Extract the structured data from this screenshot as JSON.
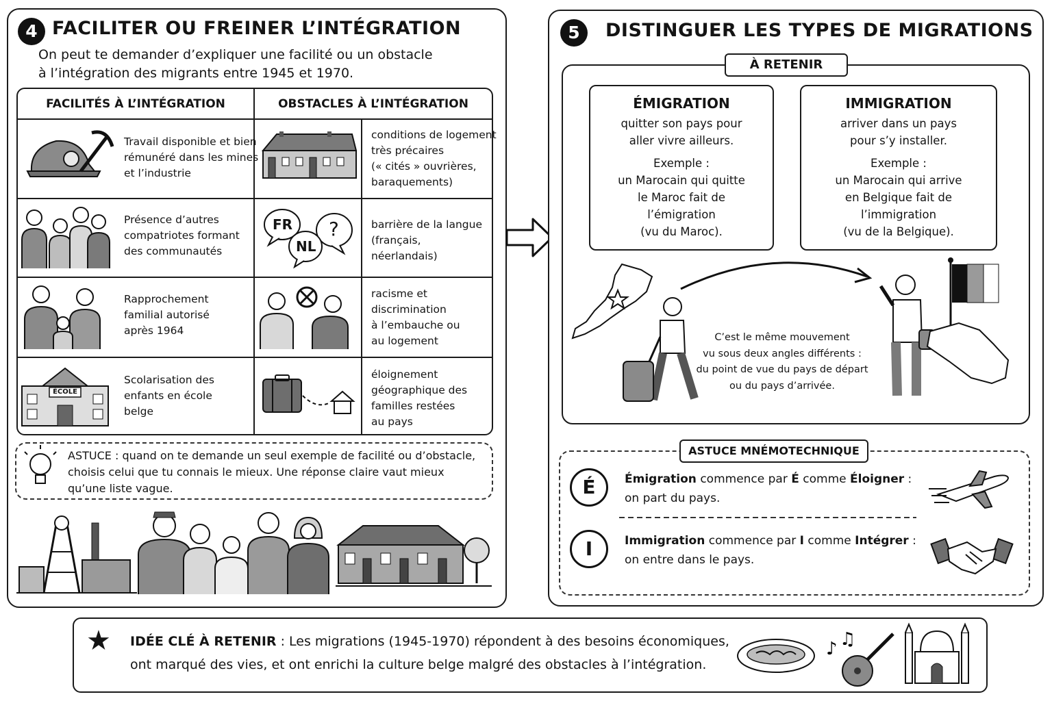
{
  "section4": {
    "number": "4",
    "title": "FACILITER OU FREINER L’INTÉGRATION",
    "intro_line1": "On peut te demander d’expliquer une facilité ou un obstacle",
    "intro_line2": "à l’intégration des migrants entre 1945 et 1970.",
    "col_facilities": "FACILITÉS À L’INTÉGRATION",
    "col_obstacles": "OBSTACLES À L’INTÉGRATION",
    "rows": [
      {
        "facility": [
          "Travail disponible et bien",
          "rémunéré dans les mines",
          "et l’industrie"
        ],
        "obstacle": [
          "conditions de logement",
          "très précaires",
          "(« cités » ouvrières,",
          "baraquements)"
        ]
      },
      {
        "facility": [
          "Présence d’autres",
          "compatriotes formant",
          "des communautés"
        ],
        "obstacle": [
          "barrière de la langue",
          "(français,",
          "néerlandais)"
        ]
      },
      {
        "facility": [
          "Rapprochement",
          "familial autorisé",
          "après 1964"
        ],
        "obstacle": [
          "racisme et",
          "discrimination",
          "à l’embauche ou",
          "au logement"
        ]
      },
      {
        "facility": [
          "Scolarisation des",
          "enfants en école",
          "belge"
        ],
        "obstacle": [
          "éloignement",
          "géographique des",
          "familles restées",
          "au pays"
        ]
      }
    ],
    "school_sign": "ÉCOLE",
    "bubble_fr": "FR",
    "bubble_nl": "NL",
    "bubble_q": "?",
    "tip_label": "ASTUCE",
    "tip_line1": " : quand on te demande un seul exemple de facilité ou d’obstacle,",
    "tip_line2": "choisis celui que tu connais le mieux. Une réponse claire vaut mieux",
    "tip_line3": "qu’une liste vague."
  },
  "section5": {
    "number": "5",
    "title": "DISTINGUER LES TYPES DE MIGRATIONS",
    "retain_label": "À RETENIR",
    "emigration": {
      "title": "ÉMIGRATION",
      "lines": [
        "quitter son pays pour",
        "aller vivre ailleurs."
      ],
      "example_label": "Exemple :",
      "example_lines": [
        "un Marocain qui quitte",
        "le Maroc fait de",
        "l’émigration",
        "(vu du Maroc)."
      ]
    },
    "immigration": {
      "title": "IMMIGRATION",
      "lines": [
        "arriver dans un pays",
        "pour s’y installer."
      ],
      "example_label": "Exemple :",
      "example_lines": [
        "un Marocain qui arrive",
        "en Belgique fait de",
        "l’immigration",
        "(vu de la Belgique)."
      ]
    },
    "movement_text": [
      "C’est le même mouvement",
      "vu sous deux angles différents :",
      "du point de vue du pays de départ",
      "ou du pays d’arrivée."
    ],
    "mnemo_label": "ASTUCE MNÉMOTECHNIQUE",
    "mnemo": [
      {
        "letter": "É",
        "word": "Émigration",
        "mid": " commence par ",
        "mid_letter": "É",
        "like": " comme ",
        "key": "Éloigner",
        "tail": " :",
        "line2": "on part du pays."
      },
      {
        "letter": "I",
        "word": "Immigration",
        "mid": " commence par ",
        "mid_letter": "I",
        "like": " comme ",
        "key": "Intégrer",
        "tail": " :",
        "line2": "on entre dans le pays."
      }
    ]
  },
  "key_idea": {
    "label": "IDÉE CLÉ À RETENIR",
    "sep": " : ",
    "line1": "Les migrations (1945-1970) répondent à des besoins économiques,",
    "line2": "ont marqué des vies, et ont enrichi la culture belge malgré des obstacles à l’intégration."
  }
}
